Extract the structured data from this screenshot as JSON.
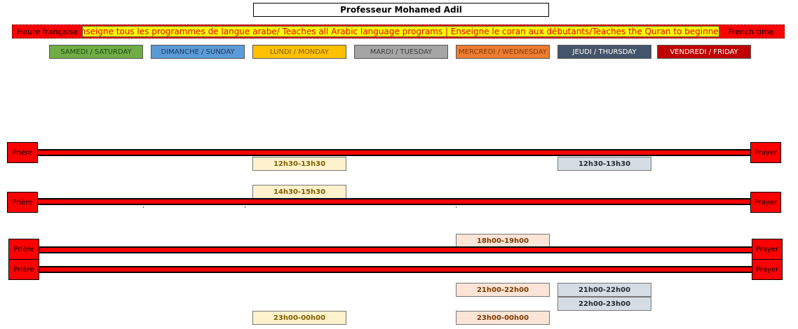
{
  "title": "Professeur Mohamed Adil",
  "banner": {
    "left": "Heure française",
    "center": "Enseigne tous les programmes de langue arabe/ Teaches all Arabic language programs | Enseigne le coran aux débutants/Teaches the Quran to beginners",
    "right": "French time"
  },
  "days": [
    {
      "label": "SAMEDI / SATURDAY",
      "color": "#70ad47",
      "text_color": "#1e4d0f"
    },
    {
      "label": "DIMANCHE / SUNDAY",
      "color": "#5b9bd5",
      "text_color": "#1f3864"
    },
    {
      "label": "LUNDI / MONDAY",
      "color": "#ffc000",
      "text_color": "#7f5f00"
    },
    {
      "label": "MARDI / TUESDAY",
      "color": "#a5a5a5",
      "text_color": "#404040"
    },
    {
      "label": "MERCREDI / WEDNESDAY",
      "color": "#ed7d31",
      "text_color": "#843c0c"
    },
    {
      "label": "JEUDI / THURSDAY",
      "color": "#44546a",
      "text_color": "#ffffff"
    },
    {
      "label": "VENDREDI / FRIDAY",
      "color": "#c00000",
      "text_color": "#ffffff"
    }
  ],
  "prayer": {
    "left_label": "Prière",
    "right_label": "Prayer",
    "color": "#ff0000"
  },
  "slots": {
    "lundi_1230": "12h30-13h30",
    "jeudi_1230": "12h30-13h30",
    "lundi_1430": "14h30-15h30",
    "mercredi_1800": "18h00-19h00",
    "mercredi_2100": "21h00-22h00",
    "jeudi_2100": "21h00-22h00",
    "jeudi_2200": "22h00-23h00",
    "lundi_2300": "23h00-00h00",
    "mercredi_2300": "23h00-00h00"
  }
}
